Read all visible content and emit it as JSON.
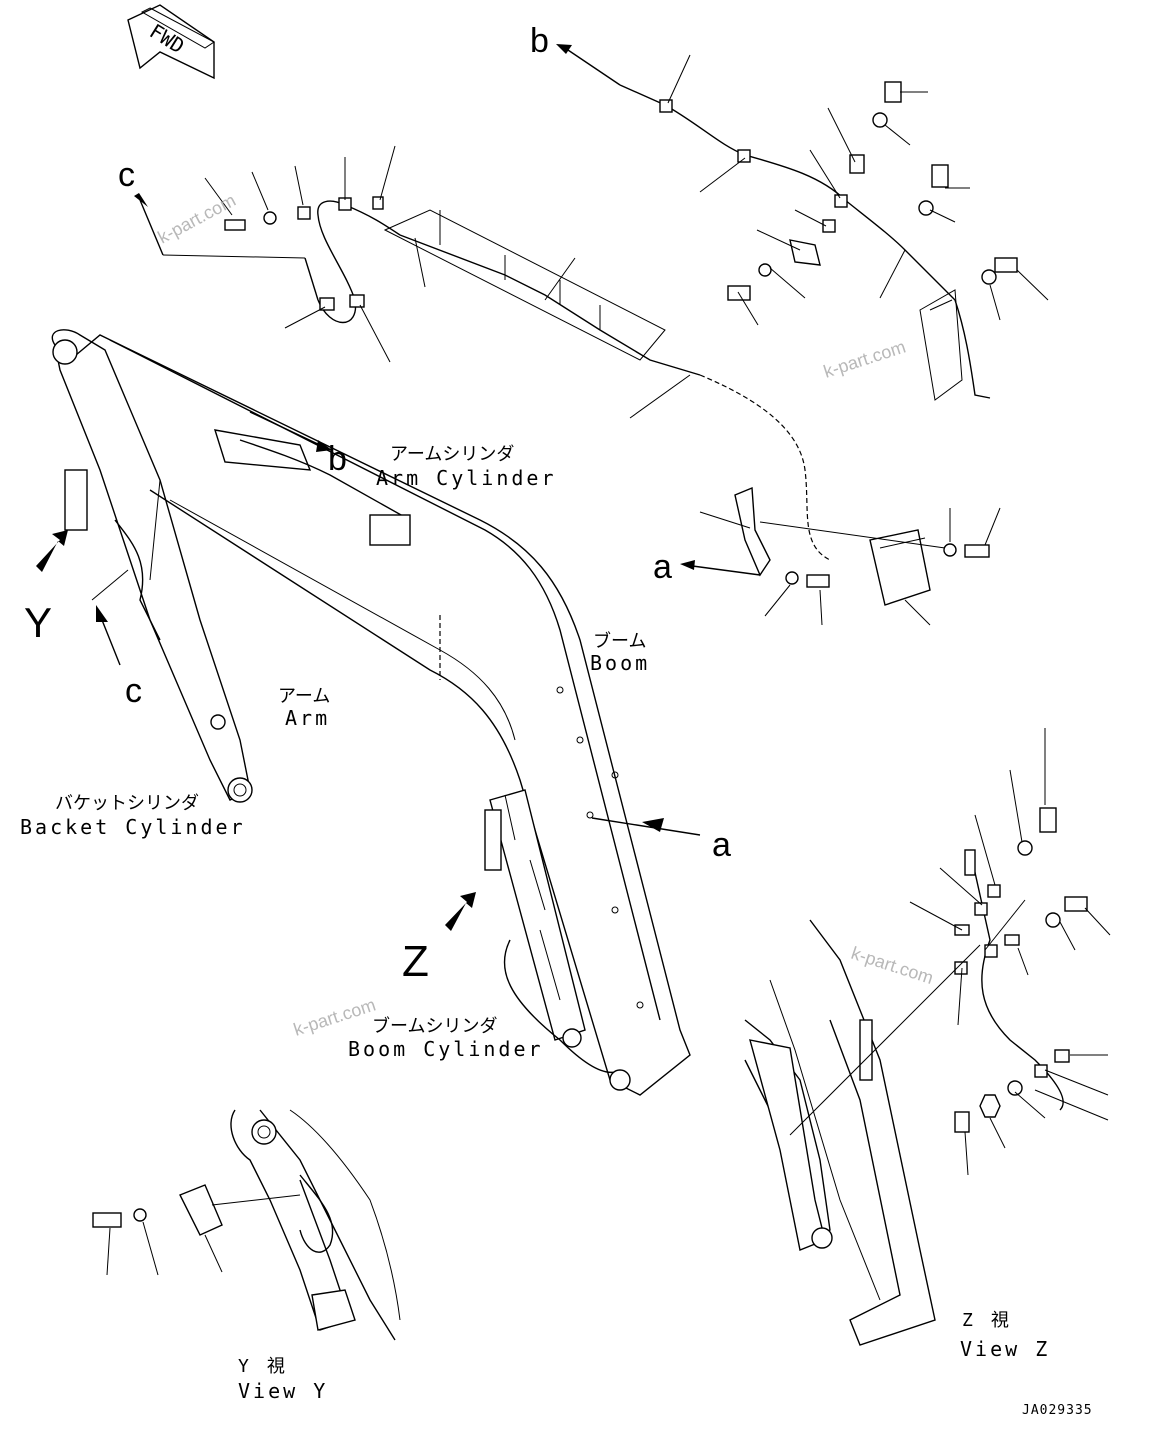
{
  "orientation": {
    "fwd": "FWD"
  },
  "callouts": {
    "b_top": "b",
    "c_top": "c",
    "b_arm": "b",
    "a_right": "a",
    "a_boom": "a",
    "c_left": "c",
    "y_view": "Y",
    "z_view": "Z"
  },
  "labels": {
    "arm_cylinder_jp": "アームシリンダ",
    "arm_cylinder_en": "Arm Cylinder",
    "boom_jp": "ブーム",
    "boom_en": "Boom",
    "arm_jp": "アーム",
    "arm_en": "Arm",
    "bucket_cylinder_jp": "バケットシリンダ",
    "bucket_cylinder_en": "Backet Cylinder",
    "boom_cylinder_jp": "ブームシリンダ",
    "boom_cylinder_en": "Boom Cylinder",
    "view_y_jp": "Y　視",
    "view_y_en": "View Y",
    "view_z_jp": "Z　視",
    "view_z_en": "View Z"
  },
  "watermarks": [
    "k-part.com",
    "k-part.com",
    "k-part.com",
    "k-part.com"
  ],
  "drawing_number": "JA029335"
}
